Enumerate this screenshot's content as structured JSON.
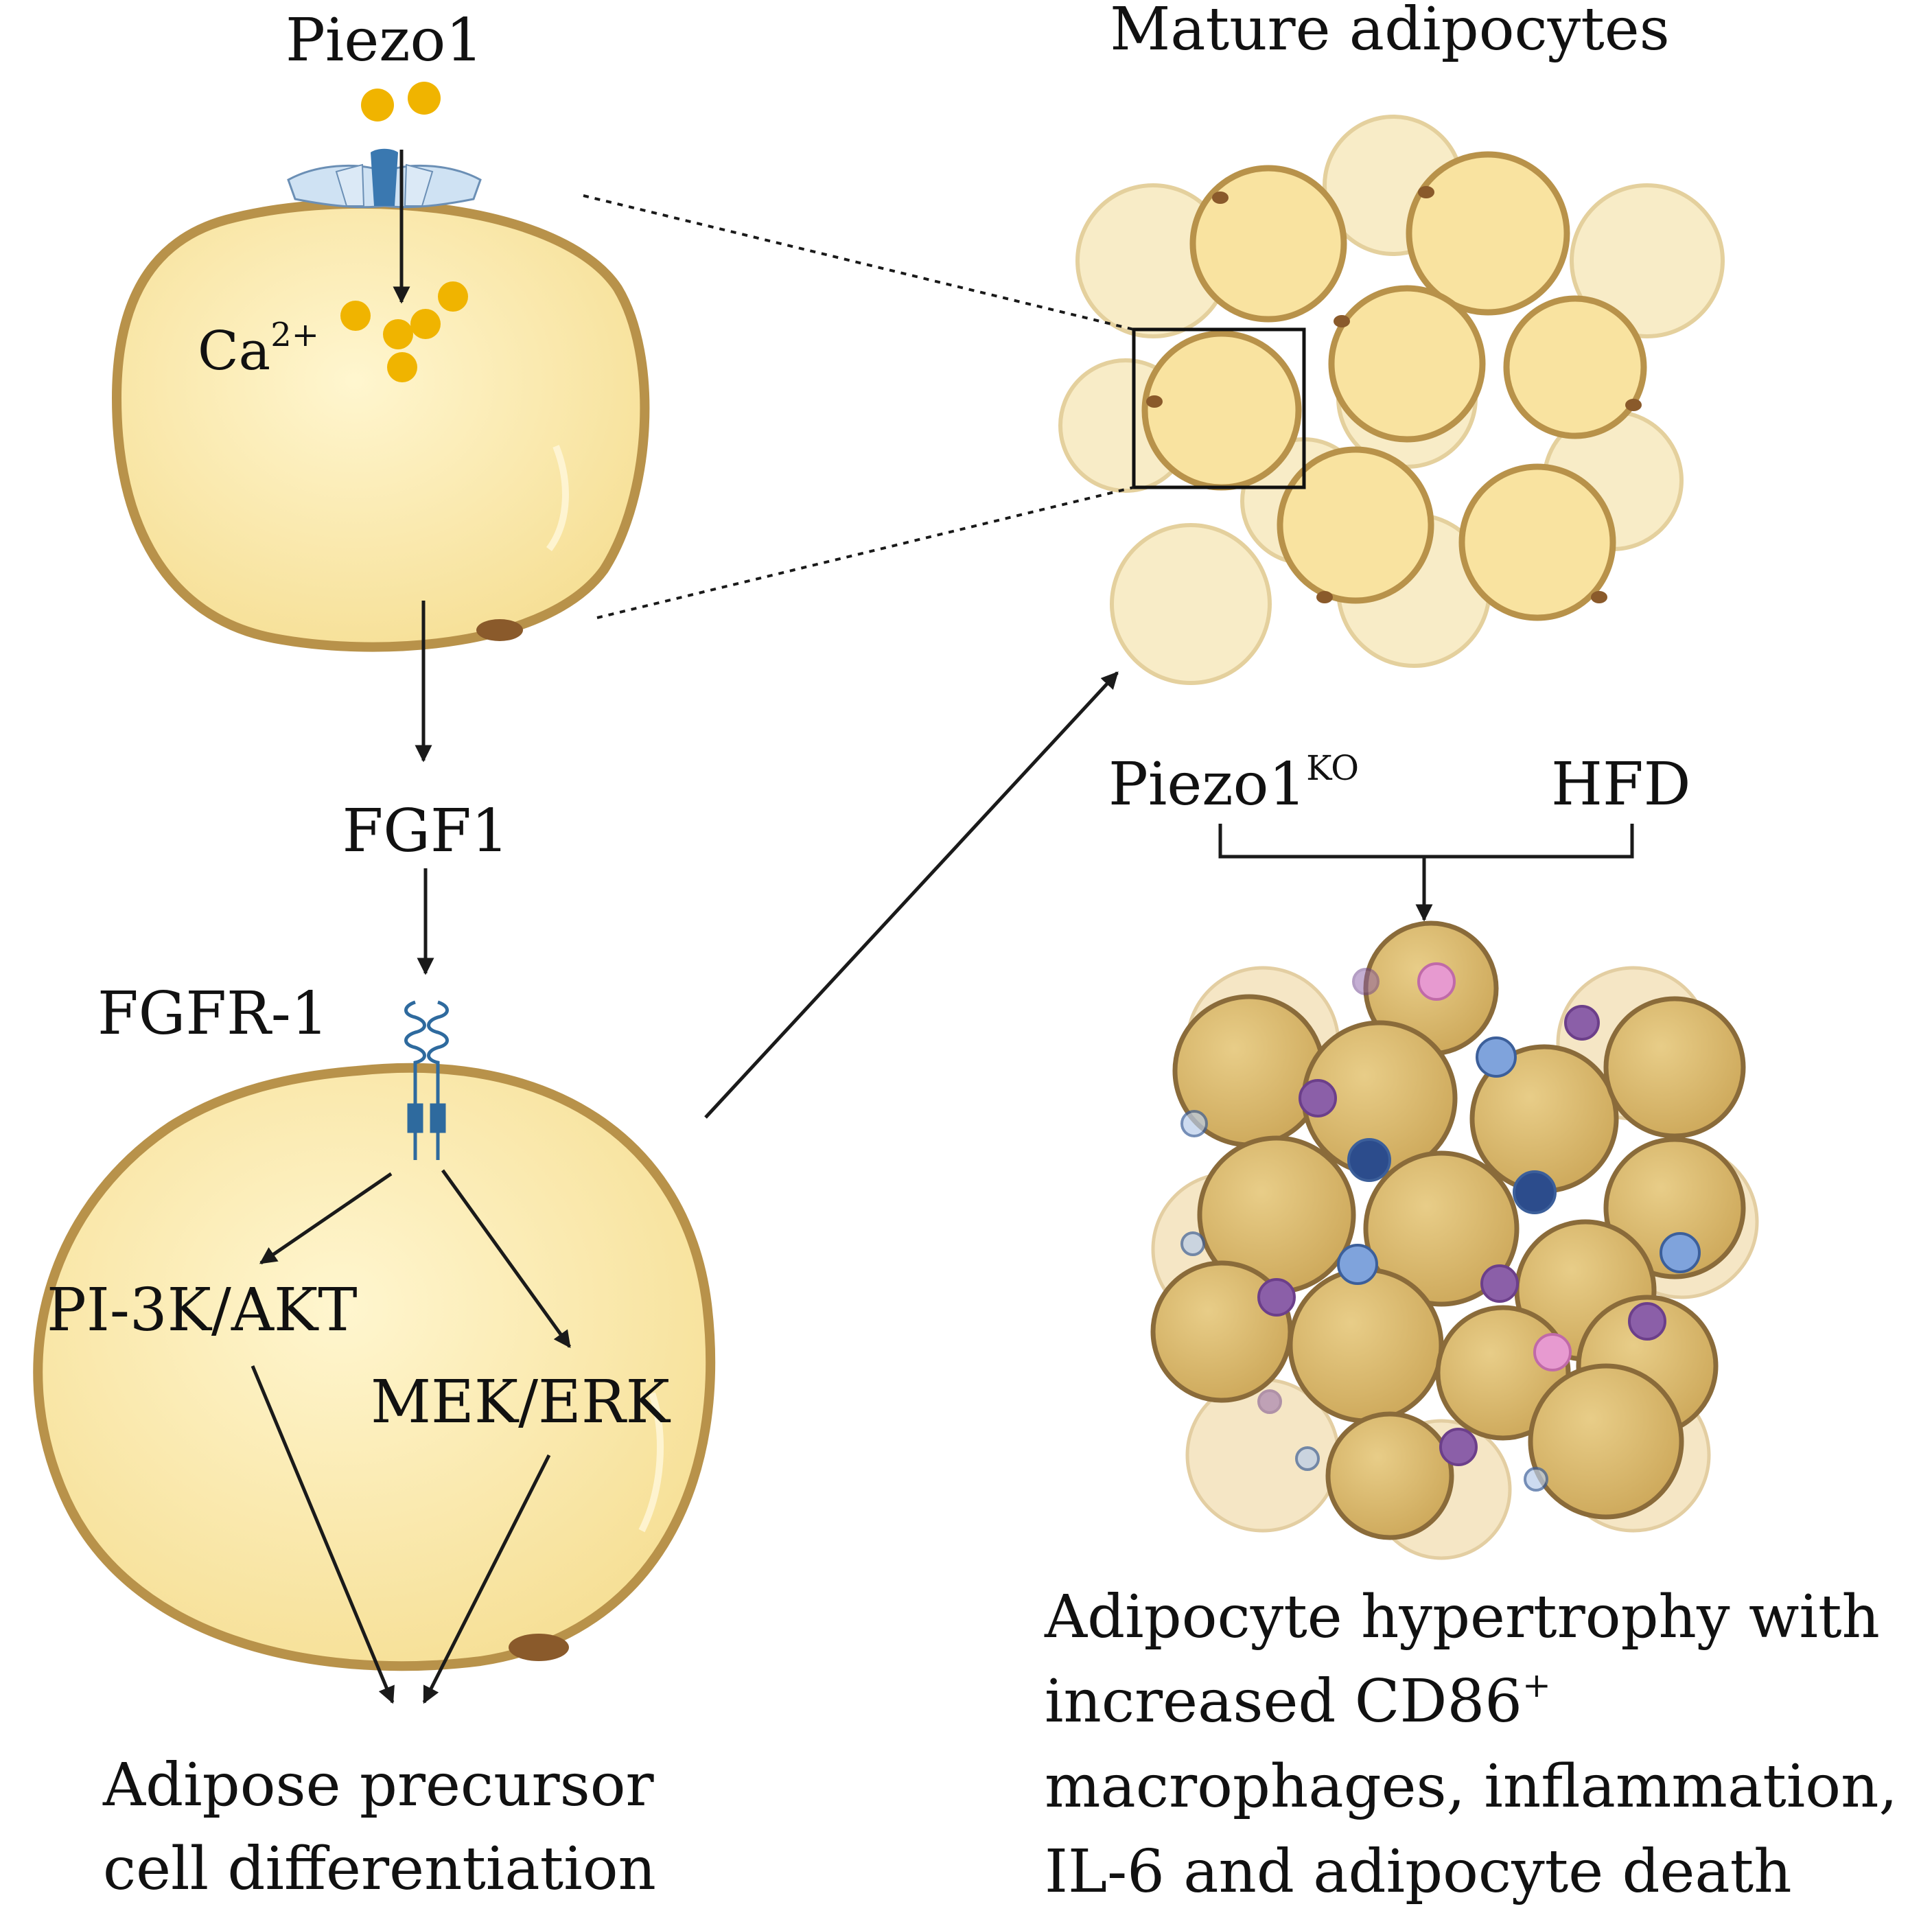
{
  "labels": {
    "piezo1": "Piezo1",
    "ca": "Ca",
    "ca_sup": "2+",
    "fgf1": "FGF1",
    "fgfr1": "FGFR-1",
    "pi3k_akt": "PI-3K/AKT",
    "mek_erk": "MEK/ERK",
    "precursor_line1": "Adipose precursor",
    "precursor_line2": "cell differentiation",
    "mature": "Mature adipocytes",
    "piezo1ko": "Piezo1",
    "piezo1ko_sup": "KO",
    "hfd": "HFD",
    "outcome_line1": "Adipocyte hypertrophy with",
    "outcome_line2": "increased CD86",
    "outcome_line2_sup": "+",
    "outcome_line3": "macrophages, inflammation,",
    "outcome_line4": "IL-6 and adipocyte death"
  },
  "colors": {
    "cell_fill": "#fbe9a8",
    "cell_outline": "#b8924a",
    "nucleus": "#8a5a2b",
    "calcium_ion": "#f0b400",
    "channel": "#cfe2f3",
    "channel_pore": "#3a78b0",
    "receptor": "#2e6a9e",
    "hypertrophic_cell": "#d9b86c",
    "macrophage": "#8b5fa8",
    "lymphocyte": "#5b85c8",
    "neutrophil": "#e79ad0"
  }
}
